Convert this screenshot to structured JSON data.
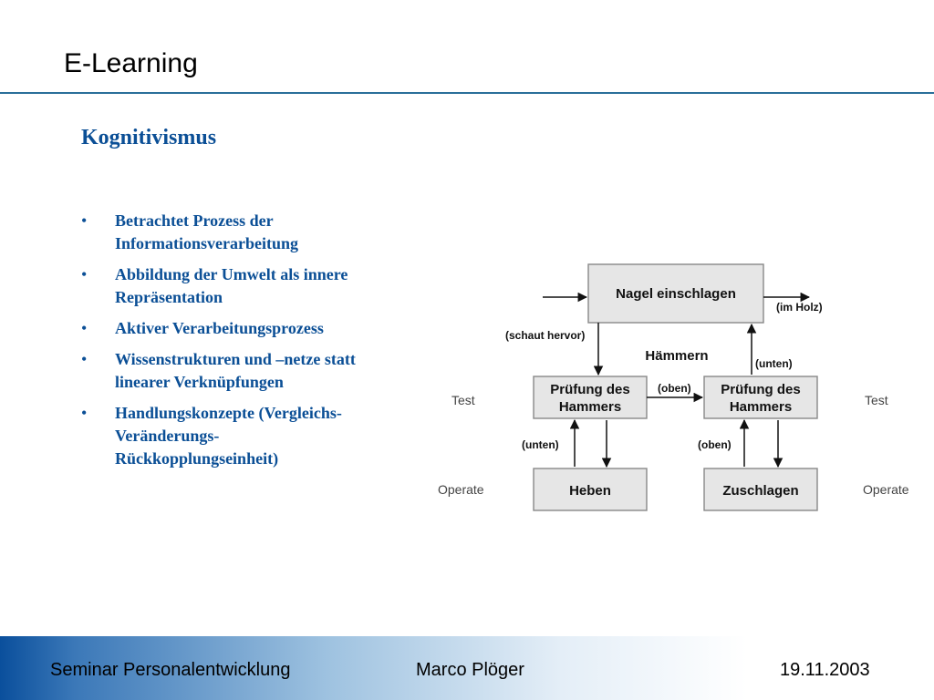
{
  "slide": {
    "title": "E-Learning",
    "subheading": "Kognitivismus",
    "bullet_char": "•",
    "bullets": [
      [
        "Betrachtet Prozess der",
        "Informationsverarbeitung"
      ],
      [
        "Abbildung der Umwelt als innere",
        "Repräsentation"
      ],
      [
        "Aktiver Verarbeitungsprozess"
      ],
      [
        "Wissenstrukturen und –netze statt",
        "linearer Verknüpfungen"
      ],
      [
        "Handlungskonzepte (Vergleichs-",
        "Veränderungs-",
        "Rückkopplungseinheit)"
      ]
    ]
  },
  "diagram": {
    "boxes": {
      "top": "Nagel einschlagen",
      "test_left": [
        "Prüfung des",
        "Hammers"
      ],
      "test_right": [
        "Prüfung des",
        "Hammers"
      ],
      "op_left": "Heben",
      "op_right": "Zuschlagen"
    },
    "center_label": "Hämmern",
    "labels": {
      "im_holz": "(im Holz)",
      "schaut_hervor": "(schaut hervor)",
      "unten_right": "(unten)",
      "oben_middle": "(oben)",
      "unten_left": "(unten)",
      "oben_right": "(oben)"
    },
    "side_labels": {
      "test_left": "Test",
      "test_right": "Test",
      "operate_left": "Operate",
      "operate_right": "Operate"
    }
  },
  "footer": {
    "left": "Seminar Personalentwicklung",
    "middle": "Marco Plöger",
    "right": "19.11.2003"
  }
}
